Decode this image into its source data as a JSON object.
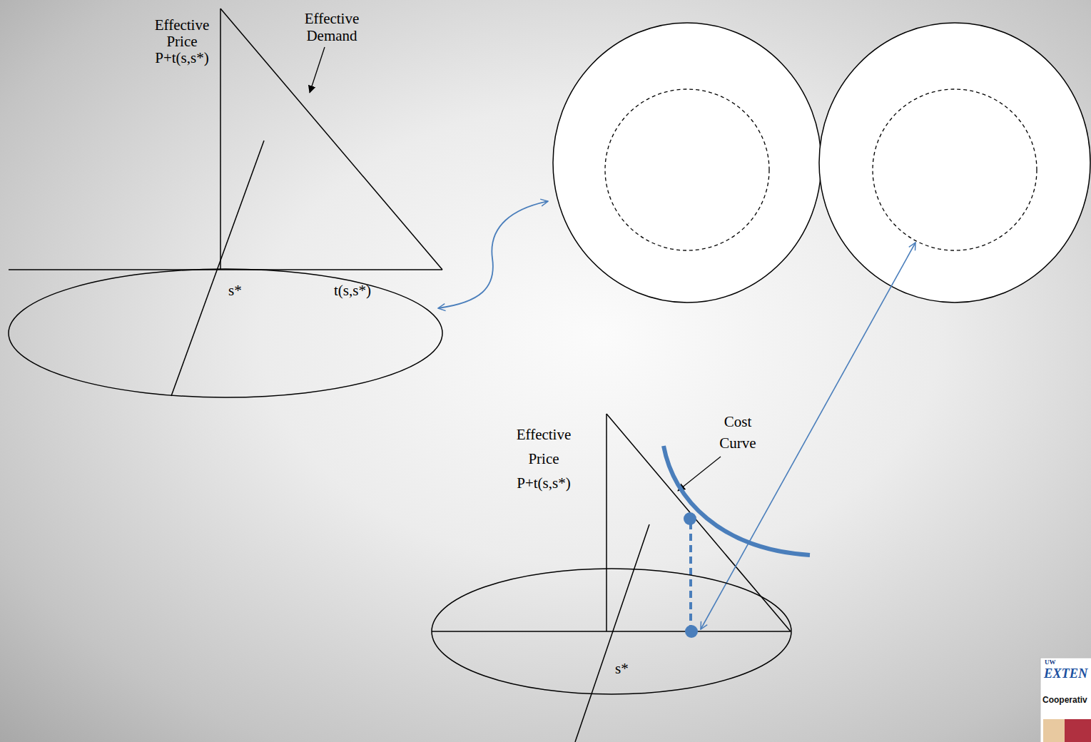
{
  "diagram": {
    "nodes": [
      {
        "text": [
          "s*",
          "t(s,s*)"
        ]
      },
      {
        "text": [
          "s*"
        ]
      }
    ],
    "labels": [
      "Effective Price P+t(s,s*)",
      "Effective Demand",
      "Effective Price P+t(s,s*)",
      "Cost Curve",
      "UW",
      "EXTEN",
      "Cooperativ"
    ]
  }
}
